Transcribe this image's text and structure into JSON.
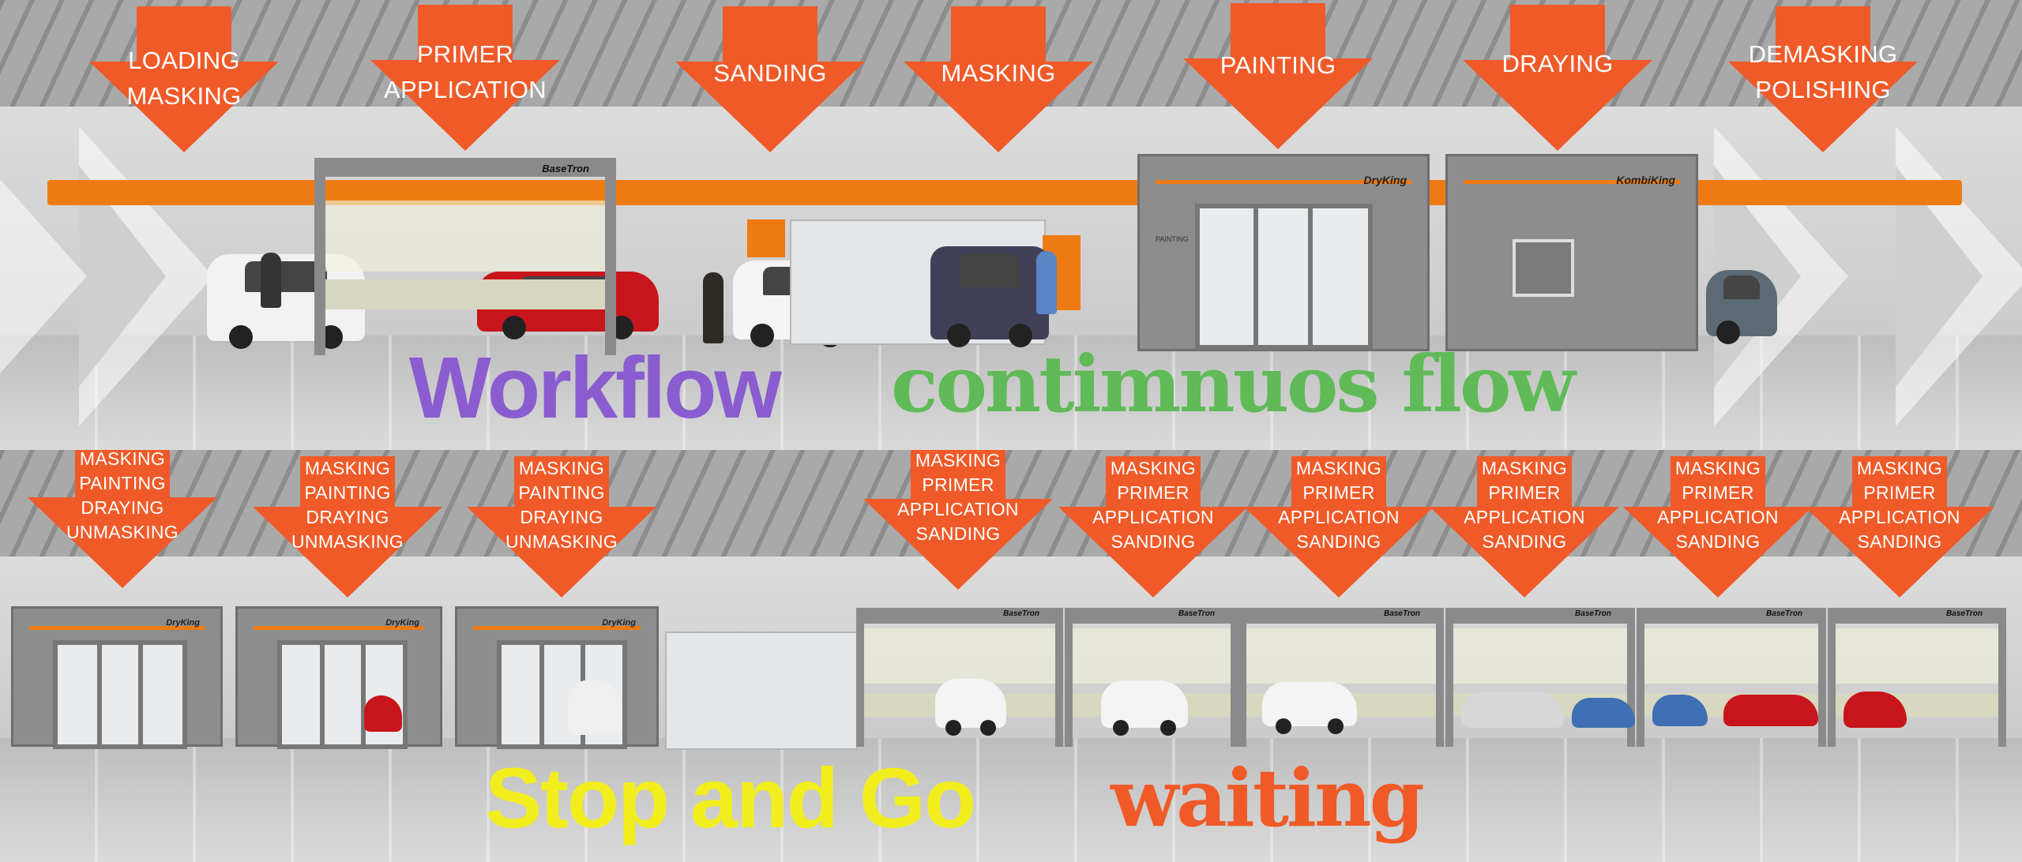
{
  "colors": {
    "arrow": "#f05a28",
    "rail": "#ee7b12",
    "workflow": "#8a5ccf",
    "continuous": "#5fba57",
    "stop_and_go": "#f2ee1e",
    "waiting": "#f05a28"
  },
  "top_steps": [
    {
      "label": "LOADING\nMASKING"
    },
    {
      "label": "PRIMER\nAPPLICATION"
    },
    {
      "label": "SANDING"
    },
    {
      "label": "MASKING"
    },
    {
      "label": "PAINTING"
    },
    {
      "label": "DRAYING"
    },
    {
      "label": "DEMASKING\nPOLISHING"
    }
  ],
  "bottom_steps": [
    {
      "label": "MASKING\nPAINTING\nDRAYING\nUNMASKING"
    },
    {
      "label": "MASKING\nPAINTING\nDRAYING\nUNMASKING"
    },
    {
      "label": "MASKING\nPAINTING\nDRAYING\nUNMASKING"
    },
    {
      "label": "MASKING\nPRIMER\nAPPLICATION\nSANDING"
    },
    {
      "label": "MASKING\nPRIMER\nAPPLICATION\nSANDING"
    },
    {
      "label": "MASKING\nPRIMER\nAPPLICATION\nSANDING"
    },
    {
      "label": "MASKING\nPRIMER\nAPPLICATION\nSANDING"
    },
    {
      "label": "MASKING\nPRIMER\nAPPLICATION\nSANDING"
    },
    {
      "label": "MASKING\nPRIMER\nAPPLICATION\nSANDING"
    }
  ],
  "titles": {
    "workflow": "Workflow",
    "continuous": "contimnuos flow",
    "stop_and_go": "Stop and Go",
    "waiting": "waiting"
  },
  "booth_brands": {
    "basetron": "BaseTron",
    "dryking": "DryKing",
    "kombiking": "KombiKing",
    "painting_sign": "PAINTING"
  }
}
